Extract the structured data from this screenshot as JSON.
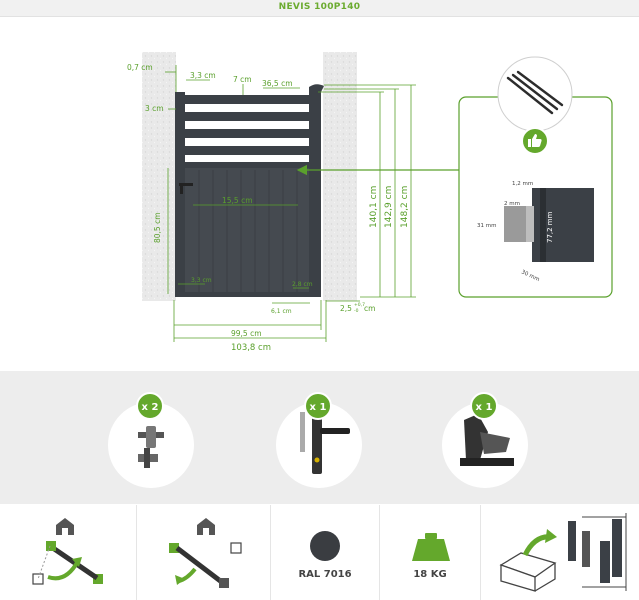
{
  "title": "NEVIS 100P140",
  "dimensions": {
    "post_gap": "0,7 cm",
    "top_slat_offset": "3,3 cm",
    "slat_gap": "7 cm",
    "upper_section": "36,5 cm",
    "top_rail": "3 cm",
    "lower_height": "80,5 cm",
    "panel_board": "15,5 cm",
    "bottom_left": "3,3 cm",
    "bottom_right": "2,8 cm",
    "ground_gap": "6,1 cm",
    "clearance": "2,5",
    "clearance_sup": "+0,7",
    "clearance_sub": "-0",
    "clearance_unit": "cm",
    "height_leaf": "140,1 cm",
    "height_with_hinges": "142,9 cm",
    "height_total": "148,2 cm",
    "width_leaf": "99,5 cm",
    "width_total": "103,8 cm"
  },
  "profile_detail": {
    "thickness": "1,2 mm",
    "profile_depth": "77,2 mm",
    "slat_thickness": "2 mm",
    "slat_height": "31 mm",
    "slat_width": "30 mm"
  },
  "accessories": [
    {
      "badge": "x 2",
      "icon": "hinge-icon"
    },
    {
      "badge": "x 1",
      "icon": "handle-lock-icon"
    },
    {
      "badge": "x 1",
      "icon": "gate-stop-icon"
    }
  ],
  "features": {
    "opening_left_icon": "opening-left-icon",
    "opening_right_icon": "opening-right-icon",
    "color_label": "RAL 7016",
    "color_hex": "#3a3d41",
    "weight_label": "18 KG",
    "weight_color": "#64a82c",
    "package_icon": "package-icon"
  },
  "colors": {
    "accent": "#64a82c",
    "gate": "#3b4046",
    "dimension_green": "#5aa02c"
  }
}
